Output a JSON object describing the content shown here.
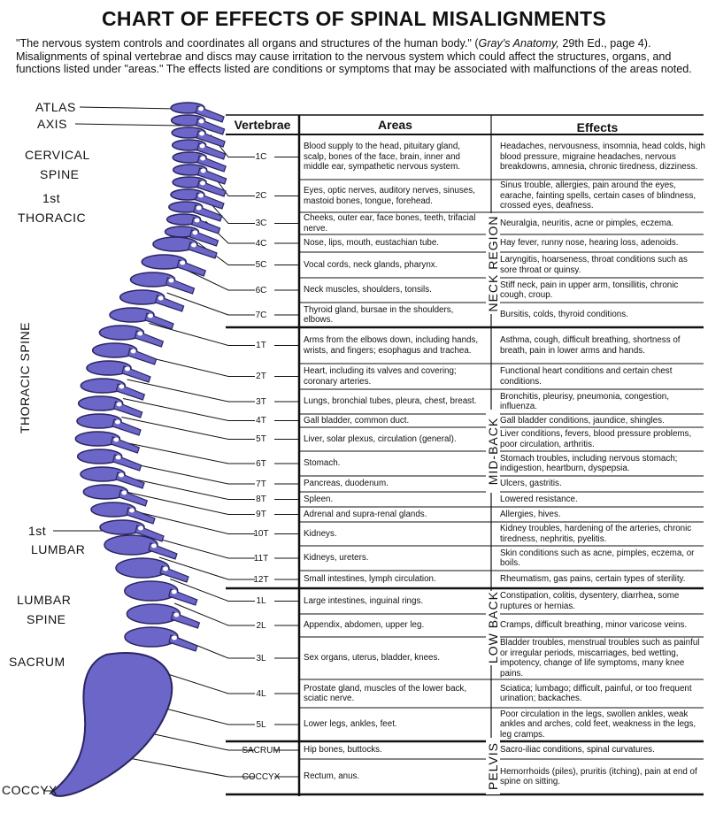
{
  "title": "CHART OF EFFECTS OF SPINAL MISALIGNMENTS",
  "intro": {
    "part1": "\"The nervous system controls and coordinates all organs and structures of the human body.\" (",
    "citation": "Gray's Anatomy,",
    "part2": " 29th Ed., page 4). Misalignments of spinal vertebrae and discs may cause irritation to the nervous system which could affect the structures, organs, and functions listed under \"areas.\" The effects listed are conditions or symptoms that may be associated with malfunctions of the areas noted."
  },
  "spine_labels": {
    "atlas": "ATLAS",
    "axis": "AXIS",
    "cervical_1": "CERVICAL",
    "cervical_2": "SPINE",
    "first_thoracic_1": "1st",
    "first_thoracic_2": "THORACIC",
    "thoracic_spine": "THORACIC SPINE",
    "first_lumbar_1": "1st",
    "first_lumbar_2": "LUMBAR",
    "lumbar_1": "LUMBAR",
    "lumbar_2": "SPINE",
    "sacrum": "SACRUM",
    "coccyx": "COCCYX"
  },
  "colors": {
    "spine": "#6b66c8",
    "spine_dark": "#2a2560",
    "ink": "#111111"
  },
  "table": {
    "headers": {
      "vertebrae": "Vertebrae",
      "areas": "Areas",
      "effects": "Effects"
    },
    "regions": {
      "neck": "NECK REGION",
      "mid": "MID-BACK",
      "low": "LOW BACK",
      "pelvis": "PELVIS"
    },
    "rows": [
      {
        "v": "1C",
        "area": "Blood supply to the head, pituitary gland, scalp, bones of the face, brain, inner and middle ear, sympathetic nervous system.",
        "effect": "Headaches, nervousness, insomnia, head colds, high blood pressure, migraine headaches, nervous breakdowns, amnesia, chronic tiredness, dizziness."
      },
      {
        "v": "2C",
        "area": "Eyes, optic nerves, auditory nerves, sinuses, mastoid bones, tongue, forehead.",
        "effect": "Sinus trouble, allergies, pain around the eyes, earache, fainting spells, certain cases of blindness, crossed eyes, deafness."
      },
      {
        "v": "3C",
        "area": "Cheeks, outer ear, face bones, teeth, trifacial nerve.",
        "effect": "Neuralgia, neuritis, acne or pimples, eczema."
      },
      {
        "v": "4C",
        "area": "Nose, lips, mouth, eustachian tube.",
        "effect": "Hay fever, runny nose, hearing loss, adenoids."
      },
      {
        "v": "5C",
        "area": "Vocal cords, neck glands, pharynx.",
        "effect": "Laryngitis, hoarseness, throat conditions such as sore throat or quinsy."
      },
      {
        "v": "6C",
        "area": "Neck muscles, shoulders, tonsils.",
        "effect": "Stiff neck, pain in upper arm, tonsillitis, chronic cough, croup."
      },
      {
        "v": "7C",
        "area": "Thyroid gland, bursae in the shoulders, elbows.",
        "effect": "Bursitis, colds, thyroid conditions."
      },
      {
        "v": "1T",
        "area": "Arms from the elbows down, including hands, wrists, and fingers; esophagus and trachea.",
        "effect": "Asthma, cough, difficult breathing, shortness of breath, pain in lower arms and hands."
      },
      {
        "v": "2T",
        "area": "Heart, including its valves and covering; coronary arteries.",
        "effect": "Functional heart conditions and certain chest conditions."
      },
      {
        "v": "3T",
        "area": "Lungs, bronchial tubes, pleura, chest, breast.",
        "effect": "Bronchitis, pleurisy, pneumonia, congestion, influenza."
      },
      {
        "v": "4T",
        "area": "Gall bladder, common duct.",
        "effect": "Gall bladder conditions, jaundice, shingles."
      },
      {
        "v": "5T",
        "area": "Liver, solar plexus, circulation (general).",
        "effect": "Liver conditions, fevers, blood pressure problems, poor circulation, arthritis."
      },
      {
        "v": "6T",
        "area": "Stomach.",
        "effect": "Stomach troubles, including nervous stomach; indigestion, heartburn, dyspepsia."
      },
      {
        "v": "7T",
        "area": "Pancreas, duodenum.",
        "effect": "Ulcers, gastritis."
      },
      {
        "v": "8T",
        "area": "Spleen.",
        "effect": "Lowered resistance."
      },
      {
        "v": "9T",
        "area": "Adrenal and supra-renal glands.",
        "effect": "Allergies, hives."
      },
      {
        "v": "10T",
        "area": "Kidneys.",
        "effect": "Kidney troubles, hardening of the arteries, chronic tiredness, nephritis, pyelitis."
      },
      {
        "v": "11T",
        "area": "Kidneys, ureters.",
        "effect": "Skin conditions such as acne, pimples, eczema, or boils."
      },
      {
        "v": "12T",
        "area": "Small intestines, lymph circulation.",
        "effect": "Rheumatism, gas pains, certain types of sterility."
      },
      {
        "v": "1L",
        "area": "Large intestines, inguinal rings.",
        "effect": "Constipation, colitis, dysentery, diarrhea, some ruptures or hernias."
      },
      {
        "v": "2L",
        "area": "Appendix, abdomen, upper leg.",
        "effect": "Cramps, difficult breathing, minor varicose veins."
      },
      {
        "v": "3L",
        "area": "Sex organs, uterus, bladder, knees.",
        "effect": "Bladder troubles, menstrual troubles such as painful or irregular periods, miscarriages, bed wetting, impotency, change of life symptoms, many knee pains."
      },
      {
        "v": "4L",
        "area": "Prostate gland, muscles of the lower back, sciatic nerve.",
        "effect": "Sciatica; lumbago; difficult, painful, or too frequent urination; backaches."
      },
      {
        "v": "5L",
        "area": "Lower legs, ankles, feet.",
        "effect": "Poor circulation in the legs, swollen ankles, weak ankles and arches, cold feet, weakness in the legs, leg cramps."
      },
      {
        "v": "SACRUM",
        "area": "Hip bones, buttocks.",
        "effect": "Sacro-iliac conditions, spinal curvatures."
      },
      {
        "v": "COCCYX",
        "area": "Rectum, anus.",
        "effect": "Hemorrhoids (piles), pruritis (itching), pain at end of spine on sitting."
      }
    ]
  }
}
